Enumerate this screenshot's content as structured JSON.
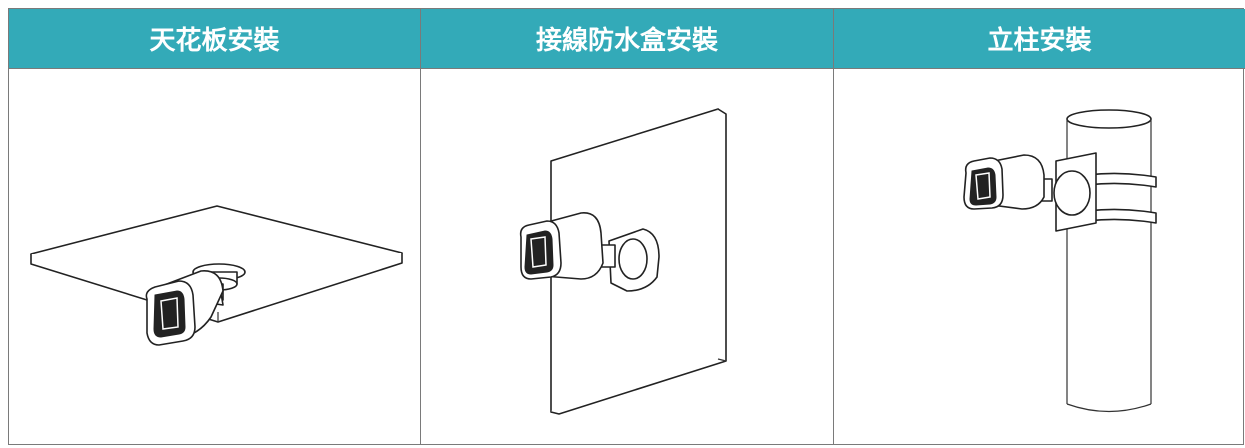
{
  "columns": [
    {
      "title": "天花板安裝",
      "illustration": "ceiling-mount"
    },
    {
      "title": "接線防水盒安裝",
      "illustration": "junction-box-wall-mount"
    },
    {
      "title": "立柱安裝",
      "illustration": "pole-mount"
    }
  ],
  "colors": {
    "header_bg": "#33aab8",
    "header_text": "#ffffff",
    "border": "#7a7a7a"
  }
}
